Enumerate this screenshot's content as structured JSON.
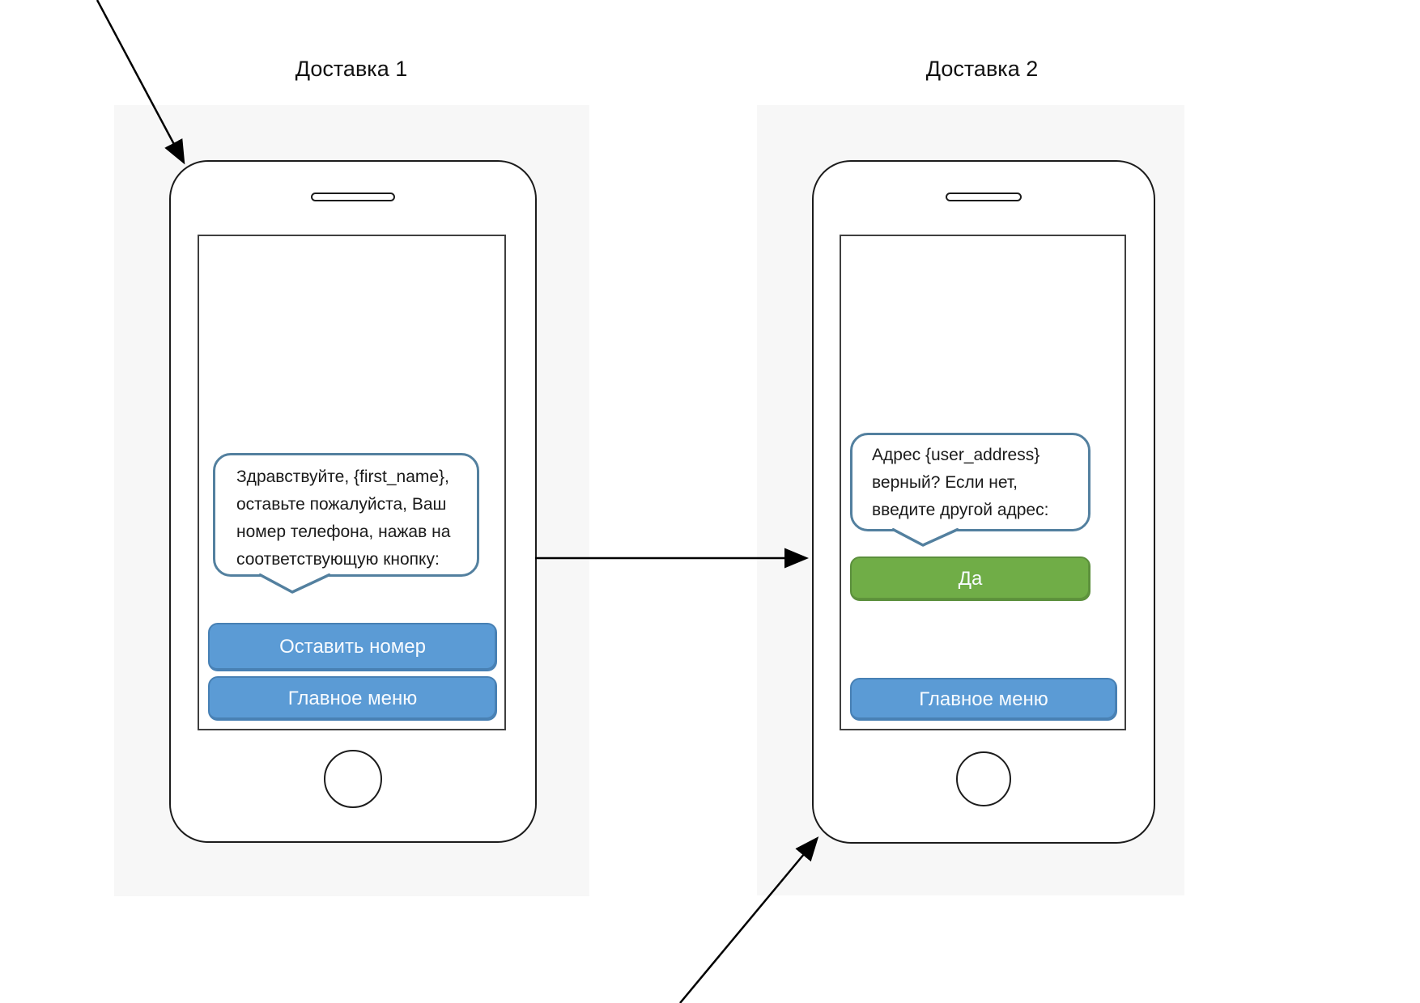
{
  "diagram": {
    "type": "chatbot-flow-mockup",
    "colors": {
      "bubble_border": "#53809f",
      "button_blue": "#5b9bd5",
      "button_green": "#70ad47",
      "arrow": "#000000",
      "backdrop": "#f7f7f7"
    }
  },
  "phones": [
    {
      "title": "Доставка 1",
      "bubble": {
        "lines": [
          "Здравствуйте, {first_name},",
          "оставьте пожалуйста, Ваш",
          "номер телефона, нажав на",
          "соответствующую кнопку:"
        ]
      },
      "buttons": [
        {
          "label": "Оставить номер",
          "color": "blue"
        },
        {
          "label": "Главное меню",
          "color": "blue"
        }
      ]
    },
    {
      "title": "Доставка 2",
      "bubble": {
        "lines": [
          "Адрес {user_address}",
          "верный? Если нет,",
          "введите другой адрес:"
        ]
      },
      "buttons": [
        {
          "label": "Да",
          "color": "green"
        },
        {
          "label": "Главное меню",
          "color": "blue"
        }
      ]
    }
  ]
}
